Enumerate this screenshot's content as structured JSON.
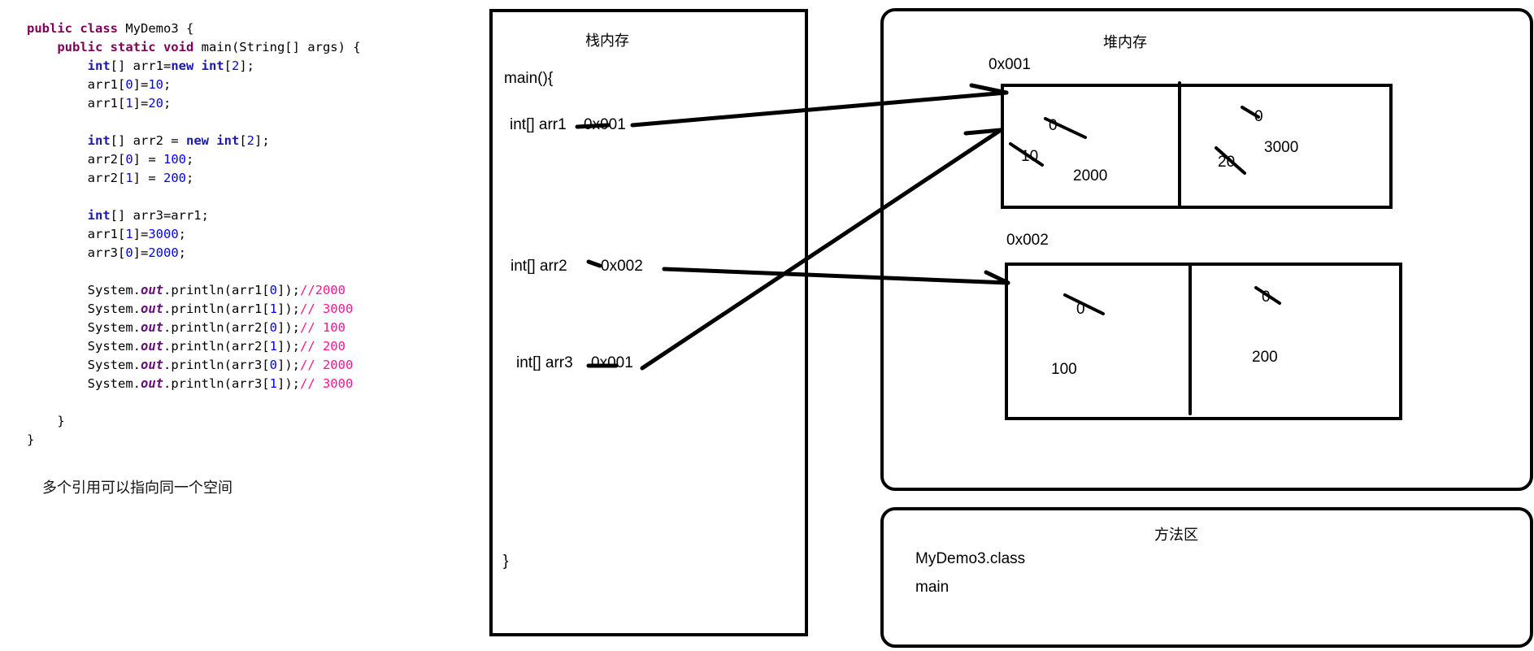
{
  "code": {
    "lines": [
      [
        {
          "t": "public class ",
          "c": "kw"
        },
        {
          "t": "MyDemo3 {",
          "c": ""
        }
      ],
      [
        {
          "t": "    public static void ",
          "c": "kw"
        },
        {
          "t": "main(String[] args) {",
          "c": ""
        }
      ],
      [
        {
          "t": "        int",
          "c": "kw2"
        },
        {
          "t": "[] arr1=",
          "c": ""
        },
        {
          "t": "new int",
          "c": "kw2"
        },
        {
          "t": "[",
          "c": ""
        },
        {
          "t": "2",
          "c": "num"
        },
        {
          "t": "];",
          "c": ""
        }
      ],
      [
        {
          "t": "        arr1[",
          "c": ""
        },
        {
          "t": "0",
          "c": "num"
        },
        {
          "t": "]=",
          "c": ""
        },
        {
          "t": "10",
          "c": "num"
        },
        {
          "t": ";",
          "c": ""
        }
      ],
      [
        {
          "t": "        arr1[",
          "c": ""
        },
        {
          "t": "1",
          "c": "num"
        },
        {
          "t": "]=",
          "c": ""
        },
        {
          "t": "20",
          "c": "num"
        },
        {
          "t": ";",
          "c": ""
        }
      ],
      [],
      [
        {
          "t": "        int",
          "c": "kw2"
        },
        {
          "t": "[] arr2 = ",
          "c": ""
        },
        {
          "t": "new int",
          "c": "kw2"
        },
        {
          "t": "[",
          "c": ""
        },
        {
          "t": "2",
          "c": "num"
        },
        {
          "t": "];",
          "c": ""
        }
      ],
      [
        {
          "t": "        arr2[",
          "c": ""
        },
        {
          "t": "0",
          "c": "num"
        },
        {
          "t": "] = ",
          "c": ""
        },
        {
          "t": "100",
          "c": "num"
        },
        {
          "t": ";",
          "c": ""
        }
      ],
      [
        {
          "t": "        arr2[",
          "c": ""
        },
        {
          "t": "1",
          "c": "num"
        },
        {
          "t": "] = ",
          "c": ""
        },
        {
          "t": "200",
          "c": "num"
        },
        {
          "t": ";",
          "c": ""
        }
      ],
      [],
      [
        {
          "t": "        int",
          "c": "kw2"
        },
        {
          "t": "[] arr3=arr1;",
          "c": ""
        }
      ],
      [
        {
          "t": "        arr1[",
          "c": ""
        },
        {
          "t": "1",
          "c": "num"
        },
        {
          "t": "]=",
          "c": ""
        },
        {
          "t": "3000",
          "c": "num"
        },
        {
          "t": ";",
          "c": ""
        }
      ],
      [
        {
          "t": "        arr3[",
          "c": ""
        },
        {
          "t": "0",
          "c": "num"
        },
        {
          "t": "]=",
          "c": ""
        },
        {
          "t": "2000",
          "c": "num"
        },
        {
          "t": ";",
          "c": ""
        }
      ],
      [],
      [
        {
          "t": "        System.",
          "c": ""
        },
        {
          "t": "out",
          "c": "fld"
        },
        {
          "t": ".println(arr1[",
          "c": ""
        },
        {
          "t": "0",
          "c": "num"
        },
        {
          "t": "]);",
          "c": ""
        },
        {
          "t": "//2000",
          "c": "cmt"
        }
      ],
      [
        {
          "t": "        System.",
          "c": ""
        },
        {
          "t": "out",
          "c": "fld"
        },
        {
          "t": ".println(arr1[",
          "c": ""
        },
        {
          "t": "1",
          "c": "num"
        },
        {
          "t": "]);",
          "c": ""
        },
        {
          "t": "// 3000",
          "c": "cmt"
        }
      ],
      [
        {
          "t": "        System.",
          "c": ""
        },
        {
          "t": "out",
          "c": "fld"
        },
        {
          "t": ".println(arr2[",
          "c": ""
        },
        {
          "t": "0",
          "c": "num"
        },
        {
          "t": "]);",
          "c": ""
        },
        {
          "t": "// 100",
          "c": "cmt"
        }
      ],
      [
        {
          "t": "        System.",
          "c": ""
        },
        {
          "t": "out",
          "c": "fld"
        },
        {
          "t": ".println(arr2[",
          "c": ""
        },
        {
          "t": "1",
          "c": "num"
        },
        {
          "t": "]);",
          "c": ""
        },
        {
          "t": "// 200",
          "c": "cmt"
        }
      ],
      [
        {
          "t": "        System.",
          "c": ""
        },
        {
          "t": "out",
          "c": "fld"
        },
        {
          "t": ".println(arr3[",
          "c": ""
        },
        {
          "t": "0",
          "c": "num"
        },
        {
          "t": "]);",
          "c": ""
        },
        {
          "t": "// 2000",
          "c": "cmt"
        }
      ],
      [
        {
          "t": "        System.",
          "c": ""
        },
        {
          "t": "out",
          "c": "fld"
        },
        {
          "t": ".println(arr3[",
          "c": ""
        },
        {
          "t": "1",
          "c": "num"
        },
        {
          "t": "]);",
          "c": ""
        },
        {
          "t": "// 3000",
          "c": "cmt"
        }
      ],
      [],
      [
        {
          "t": "    }",
          "c": ""
        }
      ],
      [
        {
          "t": "}",
          "c": ""
        }
      ]
    ]
  },
  "note": "多个引用可以指向同一个空间",
  "stack": {
    "title": "栈内存",
    "open": "main(){",
    "close": "}",
    "vars": [
      {
        "decl": "int[] arr1",
        "addr": "0x001"
      },
      {
        "decl": "int[] arr2",
        "addr": "0x002"
      },
      {
        "decl": "int[] arr3",
        "addr": "0x001"
      }
    ]
  },
  "heap": {
    "title": "堆内存",
    "arrays": [
      {
        "addr": "0x001",
        "cells": [
          {
            "old": [
              "0",
              "10"
            ],
            "current": "2000"
          },
          {
            "old": [
              "0",
              "20"
            ],
            "current": "3000"
          }
        ]
      },
      {
        "addr": "0x002",
        "cells": [
          {
            "old": [
              "0"
            ],
            "current": "100"
          },
          {
            "old": [
              "0"
            ],
            "current": "200"
          }
        ]
      }
    ]
  },
  "method_area": {
    "title": "方法区",
    "items": [
      "MyDemo3.class",
      "main"
    ]
  },
  "colors": {
    "keyword": "#7f0055",
    "type_keyword": "#1a1aa6",
    "number": "#0000ff",
    "field": "#660e7a",
    "comment": "#ff1493",
    "stroke": "#000000"
  }
}
